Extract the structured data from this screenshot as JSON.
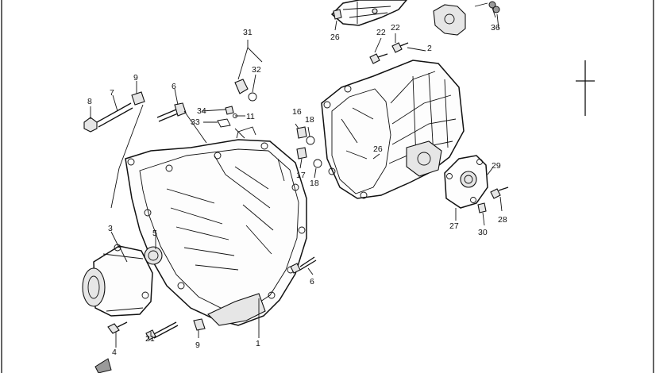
{
  "diagram": {
    "callouts": [
      "1",
      "2",
      "3",
      "4",
      "5",
      "6",
      "6",
      "7",
      "8",
      "9",
      "9",
      "11",
      "16",
      "17",
      "18",
      "18",
      "21",
      "22",
      "22",
      "26",
      "26",
      "27",
      "28",
      "29",
      "30",
      "31",
      "32",
      "33",
      "34",
      "36"
    ]
  }
}
